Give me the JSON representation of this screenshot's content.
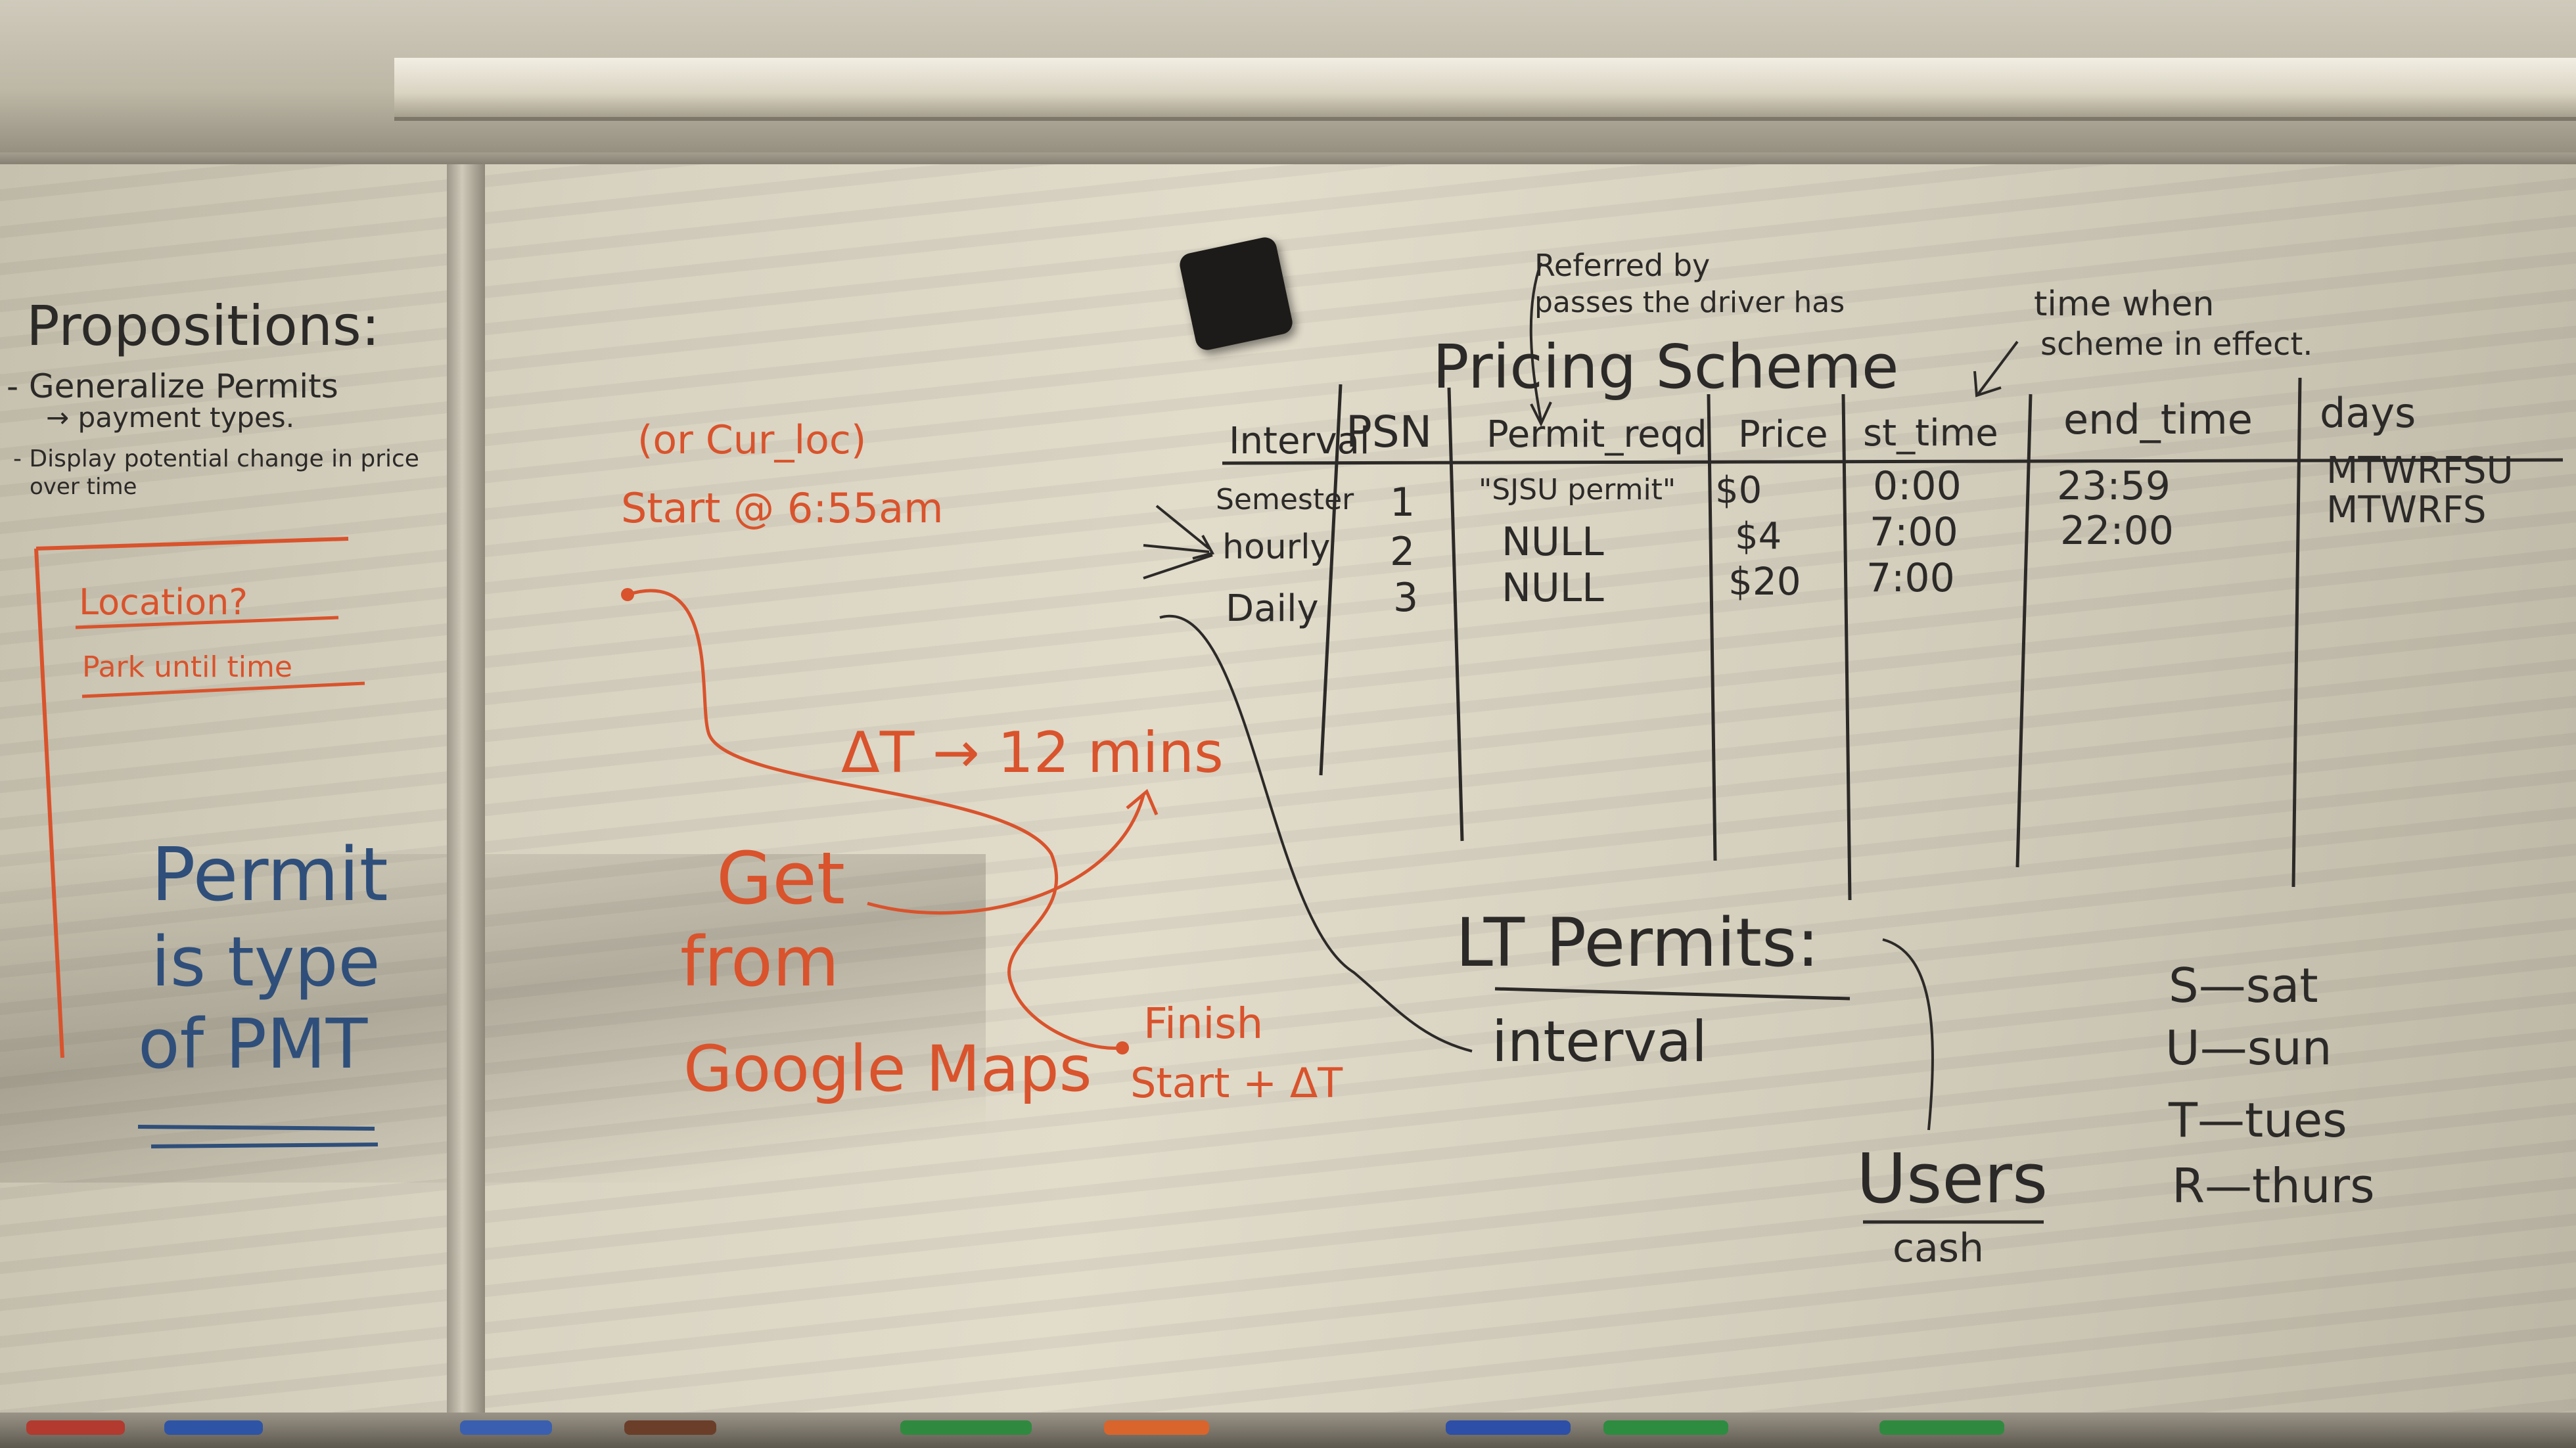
{
  "propositions": {
    "title": "Propositions:",
    "items": [
      "- Generalize Permits",
      "→ payment types.",
      "- Display potential change in price",
      "over time"
    ]
  },
  "box": {
    "line1": "Location?",
    "line2": "Park until time"
  },
  "permit_note": {
    "line1": "Permit",
    "line2": "is type",
    "line3": "of PMT"
  },
  "orange": {
    "cur_loc": "(or Cur_loc)",
    "start": "Start @ 6:55am",
    "delta": "ΔT → 12 mins",
    "get1": "Get",
    "get2": "from",
    "get3": "Google Maps",
    "finish1": "Finish",
    "finish2": "Start + ΔT"
  },
  "pricing": {
    "referred1": "Referred by",
    "referred2": "passes the driver has",
    "title": "Pricing Scheme",
    "time_note1": "time when",
    "time_note2": "scheme in effect.",
    "headers": [
      "Interval",
      "PSN",
      "Permit_reqd",
      "Price",
      "st_time",
      "end_time",
      "days"
    ],
    "rows": [
      [
        "Semester",
        "1",
        "\"SJSU permit\"",
        "$0",
        "0:00",
        "23:59",
        "MTWRFSU"
      ],
      [
        "hourly",
        "2",
        "NULL",
        "$4",
        "7:00",
        "22:00",
        "MTWRFS"
      ],
      [
        "Daily",
        "3",
        "NULL",
        "$20",
        "7:00",
        "",
        ""
      ]
    ]
  },
  "lt_permits": {
    "title": "LT Permits:",
    "sub": "interval"
  },
  "users": {
    "title": "Users",
    "sub": "cash"
  },
  "day_key": [
    "S—sat",
    "U—sun",
    "T—tues",
    "R—thurs"
  ],
  "colors": {
    "black_ink": "#2c2a28",
    "orange_ink": "#d9532c",
    "blue_ink": "#2f4f7a",
    "board": "#dcd6c5"
  }
}
